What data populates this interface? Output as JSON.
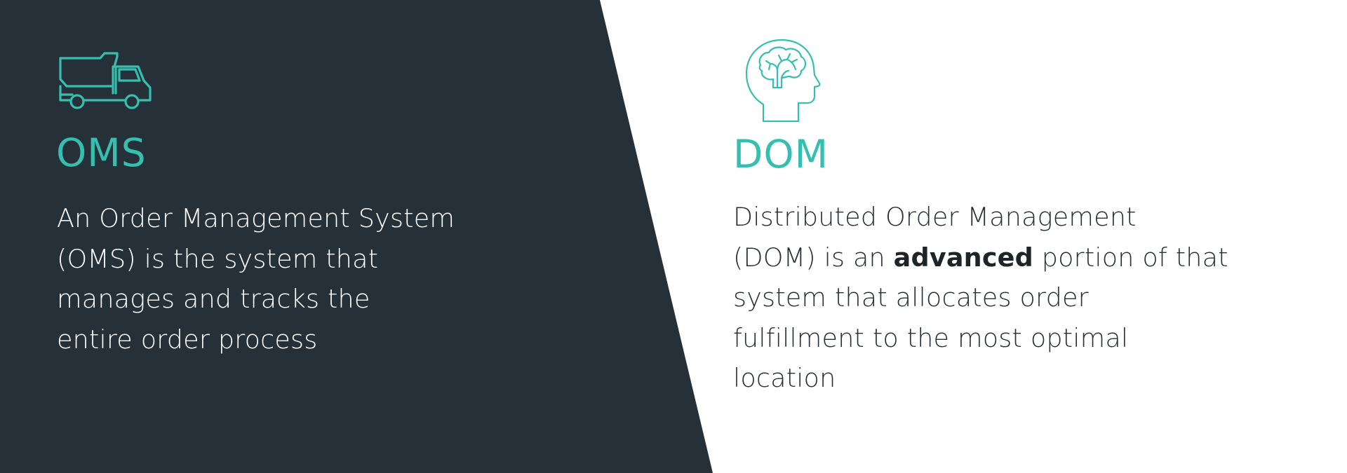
{
  "colors": {
    "dark_background": "#253038",
    "light_background": "#ffffff",
    "accent_teal": "#35bfb0",
    "left_text": "#ffffff",
    "right_text": "#2a3036"
  },
  "left": {
    "icon": "dump-truck-icon",
    "title": "OMS",
    "description_lines": [
      "An Order Management System",
      "(OMS) is the system that",
      "manages and tracks the",
      "entire order process"
    ]
  },
  "right": {
    "icon": "brain-head-icon",
    "title": "DOM",
    "description_lines": [
      "Distributed Order Management",
      {
        "before": "(DOM) is an ",
        "bold": "advanced",
        "after": " portion of that"
      },
      "system that allocates order",
      "fulfillment to the most optimal",
      "location"
    ]
  }
}
